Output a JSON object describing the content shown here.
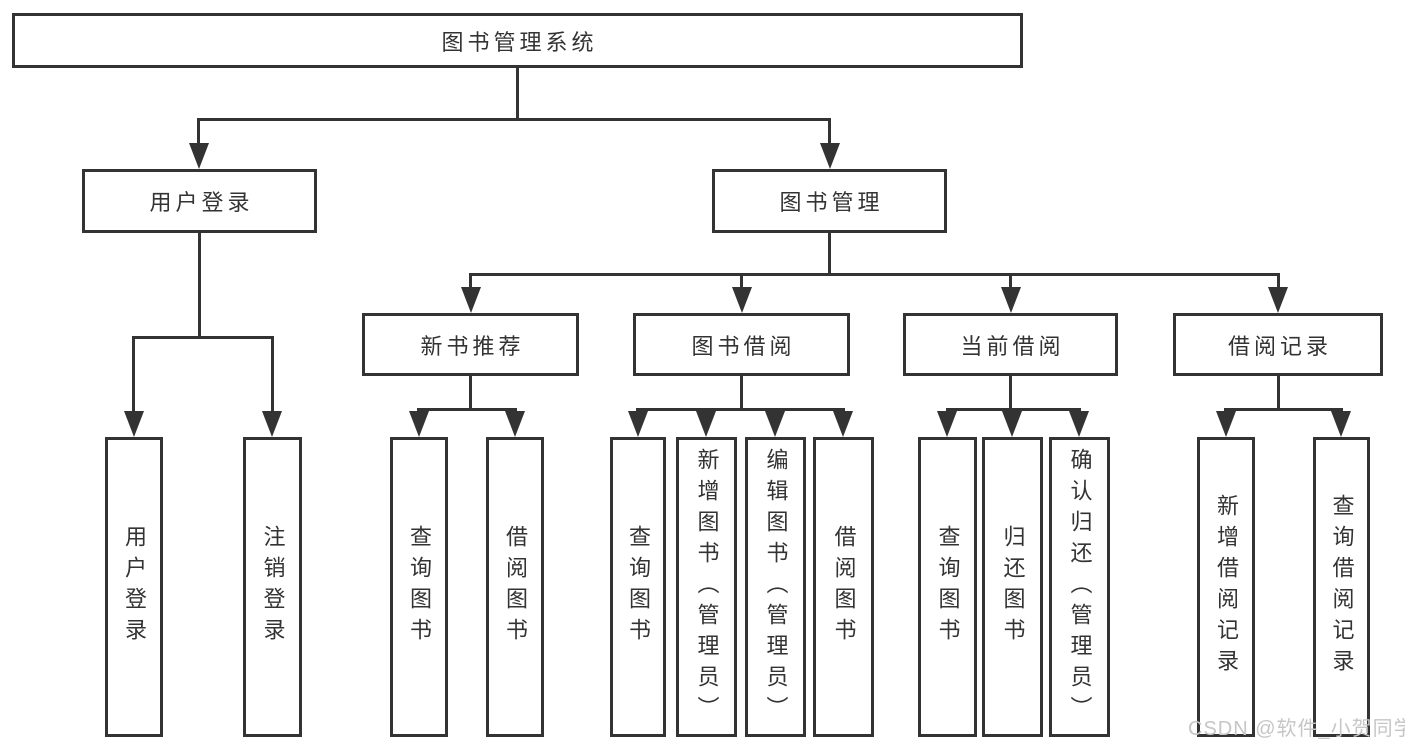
{
  "diagram": {
    "title": "图书管理系统",
    "root": {
      "label": "图书管理系统"
    },
    "level2": [
      {
        "label": "用户登录"
      },
      {
        "label": "图书管理"
      }
    ],
    "level3": [
      {
        "label": "新书推荐"
      },
      {
        "label": "图书借阅"
      },
      {
        "label": "当前借阅"
      },
      {
        "label": "借阅记录"
      }
    ],
    "leaves": [
      {
        "label": "用户登录"
      },
      {
        "label": "注销登录"
      },
      {
        "label": "查询图书"
      },
      {
        "label": "借阅图书"
      },
      {
        "label": "查询图书"
      },
      {
        "label": "新增图书（管理员）"
      },
      {
        "label": "编辑图书（管理员）"
      },
      {
        "label": "借阅图书"
      },
      {
        "label": "查询图书"
      },
      {
        "label": "归还图书"
      },
      {
        "label": "确认归还（管理员）"
      },
      {
        "label": "新增借阅记录"
      },
      {
        "label": "查询借阅记录"
      }
    ]
  },
  "watermark": {
    "text": "CSDN @软件_小贺同学"
  },
  "colors": {
    "line": "#333333",
    "text": "#333333",
    "background": "#ffffff",
    "watermark": "#c6c6c6"
  }
}
